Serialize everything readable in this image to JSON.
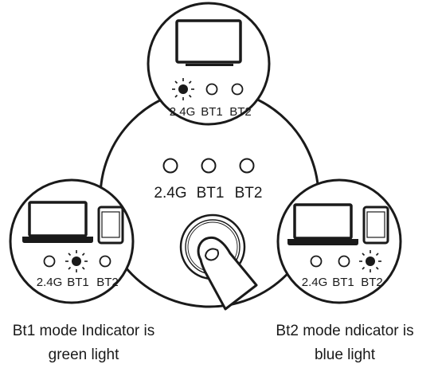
{
  "hub": {
    "indicator_labels": {
      "g24": "2.4G",
      "bt1": "BT1",
      "bt2": "BT2"
    }
  },
  "panels": {
    "top": {
      "device": "monitor-icon",
      "active_indicator": "2.4G",
      "labels": {
        "g24": "2.4G",
        "bt1": "BT1",
        "bt2": "BT2"
      }
    },
    "left": {
      "devices": [
        "laptop-icon",
        "tablet-icon"
      ],
      "active_indicator": "BT1",
      "labels": {
        "g24": "2.4G",
        "bt1": "BT1",
        "bt2": "BT2"
      }
    },
    "right": {
      "devices": [
        "laptop-icon",
        "tablet-icon"
      ],
      "active_indicator": "BT2",
      "labels": {
        "g24": "2.4G",
        "bt1": "BT1",
        "bt2": "BT2"
      }
    }
  },
  "captions": {
    "left": {
      "line1": "Bt1 mode Indicator is",
      "line2": "green light"
    },
    "right": {
      "line1": "Bt2 mode ndicator is",
      "line2": "blue light"
    }
  },
  "icons": [
    "monitor-icon",
    "laptop-icon",
    "tablet-icon",
    "button-icon",
    "finger-icon",
    "lit-indicator-icon"
  ]
}
